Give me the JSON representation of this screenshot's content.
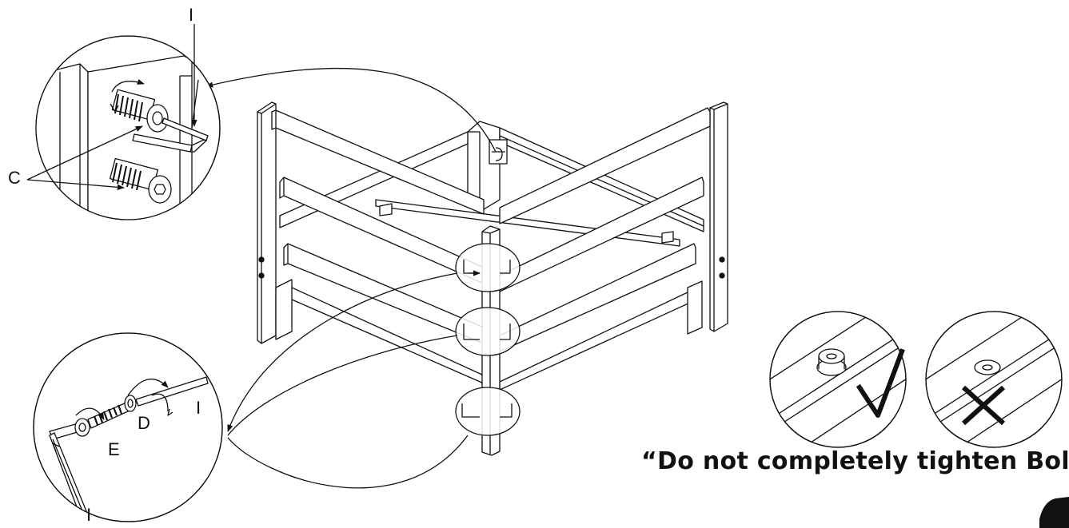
{
  "callouts": {
    "top_left_hex_key": "I",
    "bolt_label": "C",
    "barrel_nut": "E",
    "washer": "D",
    "hex_key_handle": "I",
    "hex_key_tip": "I"
  },
  "note": "“Do not completely tighten Bolts”",
  "icons": [
    "check-mark-icon",
    "cross-mark-icon",
    "rotation-arrow-icon"
  ]
}
